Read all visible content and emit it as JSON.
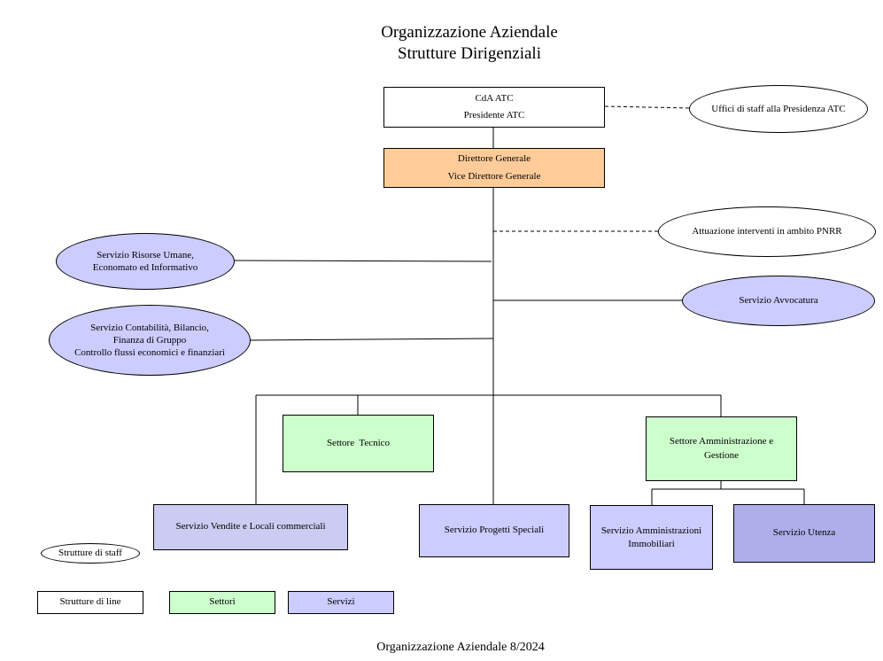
{
  "header": {
    "title_line1": "Organizzazione Aziendale",
    "title_line2": "Strutture Dirigenziali"
  },
  "nodes": {
    "cda": {
      "line1": "CdA ATC",
      "line2": "Presidente ATC"
    },
    "direttore": {
      "line1": "Direttore Generale",
      "line2": "Vice Direttore Generale"
    },
    "uffici_staff": {
      "label": "Uffici di staff alla Presidenza ATC"
    },
    "pnrr": {
      "label": "Attuazione interventi in ambito PNRR"
    },
    "risorse_umane": {
      "line1": "Servizio Risorse Umane,",
      "line2": "Economato ed Informativo"
    },
    "avvocatura": {
      "label": "Servizio Avvocatura"
    },
    "contabilita": {
      "line1": "Servizio Contabilità, Bilancio,",
      "line2": "Finanza di Gruppo",
      "line3": "Controllo flussi economici e finanziari"
    },
    "settore_tecnico": {
      "label": "Settore  Tecnico"
    },
    "settore_amministrazione": {
      "line1": "Settore Amministrazione e",
      "line2": "Gestione"
    },
    "vendite": {
      "label": "Servizio Vendite e Locali commerciali"
    },
    "progetti": {
      "label": "Servizio Progetti Speciali"
    },
    "amministrazioni": {
      "line1": "Servizio Amministrazioni",
      "line2": "Immobiliari"
    },
    "utenza": {
      "label": "Servizio Utenza"
    }
  },
  "legend": {
    "staff": "Strutture di staff",
    "line": "Strutture di line",
    "settori": "Settori",
    "servizi": "Servizi"
  },
  "footer": {
    "text": "Organizzazione Aziendale 8/2024"
  },
  "colors": {
    "direttore": "#ffcc99",
    "settori": "#ccffcc",
    "servizi": "#ccccff",
    "servizio_vendite": "#ccccf2",
    "servizio_utenza": "#aeaeea",
    "line_structures": "#ffffff"
  }
}
